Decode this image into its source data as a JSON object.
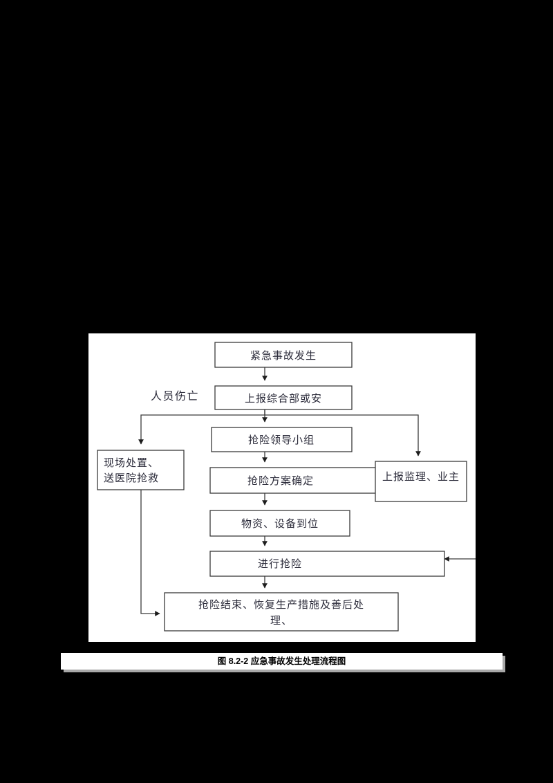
{
  "page": {
    "background_color": "#000000",
    "panel_background_color": "#ffffff",
    "line_color": "#3a3a3a",
    "text_color": "#2b2b3a"
  },
  "caption": {
    "text": "图 8.2-2 应急事故发生处理流程图"
  },
  "diagram": {
    "side_label": "人员伤亡",
    "nodes": [
      {
        "id": "n1",
        "label": "紧急事故发生"
      },
      {
        "id": "n2",
        "label": "上报综合部或安"
      },
      {
        "id": "n3",
        "label": "抢险领导小组"
      },
      {
        "id": "n4",
        "label": "抢险方案确定"
      },
      {
        "id": "n5",
        "label": "物资、设备到位"
      },
      {
        "id": "n6",
        "label": "进行抢险"
      },
      {
        "id": "n7_line1",
        "label": "抢险结束、恢复生产措施及善后处"
      },
      {
        "id": "n7_line2",
        "label": "理、"
      },
      {
        "id": "n8_line1",
        "label": "现场处置、"
      },
      {
        "id": "n8_line2",
        "label": "送医院抢救"
      },
      {
        "id": "n9",
        "label": "上报监理、业主"
      }
    ]
  }
}
